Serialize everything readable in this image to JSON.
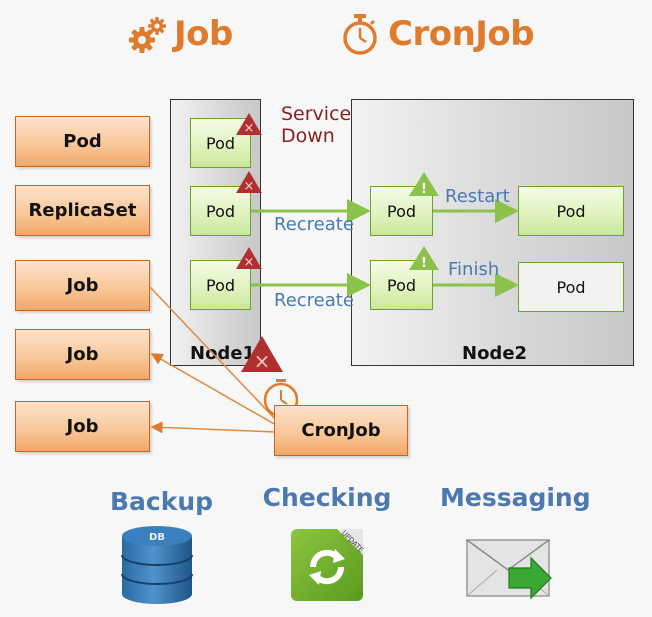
{
  "header": {
    "job_title": "Job",
    "cronjob_title": "CronJob"
  },
  "left_boxes": [
    "Pod",
    "ReplicaSet",
    "Job",
    "Job",
    "Job"
  ],
  "node1": {
    "label": "Node1",
    "pods": [
      "Pod",
      "Pod",
      "Pod"
    ]
  },
  "node2": {
    "label": "Node2",
    "pods": [
      "Pod",
      "Pod"
    ],
    "result_pods": [
      "Pod",
      "Pod"
    ]
  },
  "annotations": {
    "service_down_line1": "Service",
    "service_down_line2": "Down",
    "recreate_1": "Recreate",
    "recreate_2": "Recreate",
    "restart": "Restart",
    "finish": "Finish"
  },
  "cronjob_box": "CronJob",
  "bottom": {
    "backup": "Backup",
    "checking": "Checking",
    "messaging": "Messaging",
    "db_label": "DB",
    "update_label": "UPDATE"
  },
  "colors": {
    "orange": "#e07b2c",
    "blue": "#4a7ab0",
    "green": "#8bc34a",
    "warn_red": "#b03030"
  }
}
